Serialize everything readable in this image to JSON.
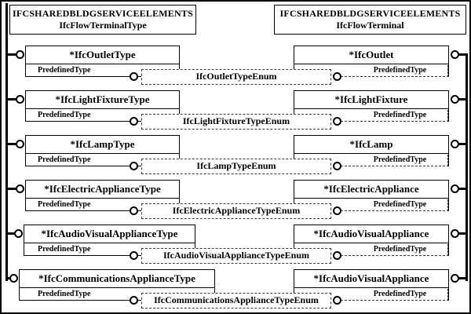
{
  "diagram": {
    "left_header": {
      "line1": "IFCSHAREDBLDGSERVICEELEMENTS",
      "line2": "IfcFlowTerminalType"
    },
    "right_header": {
      "line1": "IFCSHAREDBLDGSERVICEELEMENTS",
      "line2": "IfcFlowTerminal"
    },
    "attribute_label": "PredefinedType",
    "colors": {
      "line": "#000000",
      "dashed_line": "#3a3a3a",
      "background": "#ffffff"
    },
    "rows": [
      {
        "type": "*IfcOutletType",
        "enum": "IfcOutletTypeEnum",
        "entity": "*IfcOutlet"
      },
      {
        "type": "*IfcLightFixtureType",
        "enum": "IfcLightFixtureTypeEnum",
        "entity": "*IfcLightFixture"
      },
      {
        "type": "*IfcLampType",
        "enum": "IfcLampTypeEnum",
        "entity": "*IfcLamp"
      },
      {
        "type": "*IfcElectricApplianceType",
        "enum": "IfcElectricApplianceTypeEnum",
        "entity": "*IfcElectricAppliance"
      },
      {
        "type": "*IfcAudioVisualApplianceType",
        "enum": "IfcAudioVisualApplianceTypeEnum",
        "entity": "*IfcAudioVisualAppliance"
      },
      {
        "type": "*IfcCommunicationsApplianceType",
        "enum": "IfcCommunicationsApplianceTypeEnum",
        "entity": "*IfcAudioVisualAppliance"
      }
    ]
  }
}
